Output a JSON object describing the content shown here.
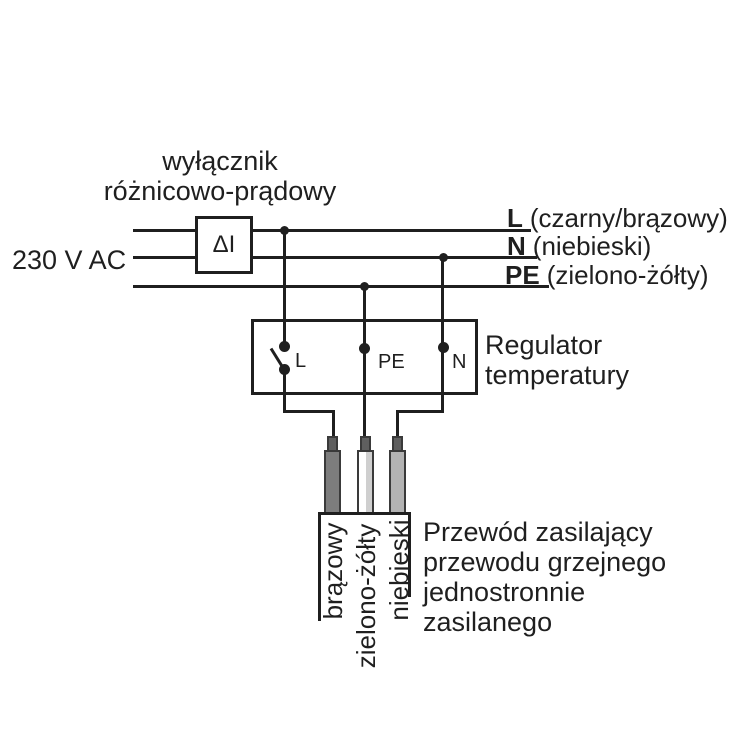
{
  "diagram": {
    "source_label": "230 V AC",
    "breaker": {
      "label_line1": "wyłącznik",
      "label_line2": "różnicowo-prądowy",
      "symbol": "ΔI"
    },
    "net_lines": [
      {
        "id": "L",
        "bold": "L",
        "desc": "(czarny/brązowy)"
      },
      {
        "id": "N",
        "bold": "N",
        "desc": "(niebieski)"
      },
      {
        "id": "PE",
        "bold": "PE",
        "desc": "(zielono-żółty)"
      }
    ],
    "regulator": {
      "label_line1": "Regulator",
      "label_line2": "temperatury",
      "terminals": {
        "l": "L",
        "pe": "PE",
        "n": "N"
      }
    },
    "cable": {
      "wire_labels": {
        "brown": "brązowy",
        "green_yellow": "zielono-żółty",
        "blue": "niebieski"
      },
      "description_line1": "Przewód zasilający",
      "description_line2": "przewodu grzejnego",
      "description_line3": "jednostronnie",
      "description_line4": "zasilanego"
    },
    "colors": {
      "ink": "#1f1f1f",
      "connector_brown": "#7d7d7d",
      "connector_green_yellow_left": "#ffffff",
      "connector_green_yellow_right": "#cfcfcf",
      "connector_blue": "#b3b3b3",
      "connector_cap": "#5f5f5f"
    }
  }
}
